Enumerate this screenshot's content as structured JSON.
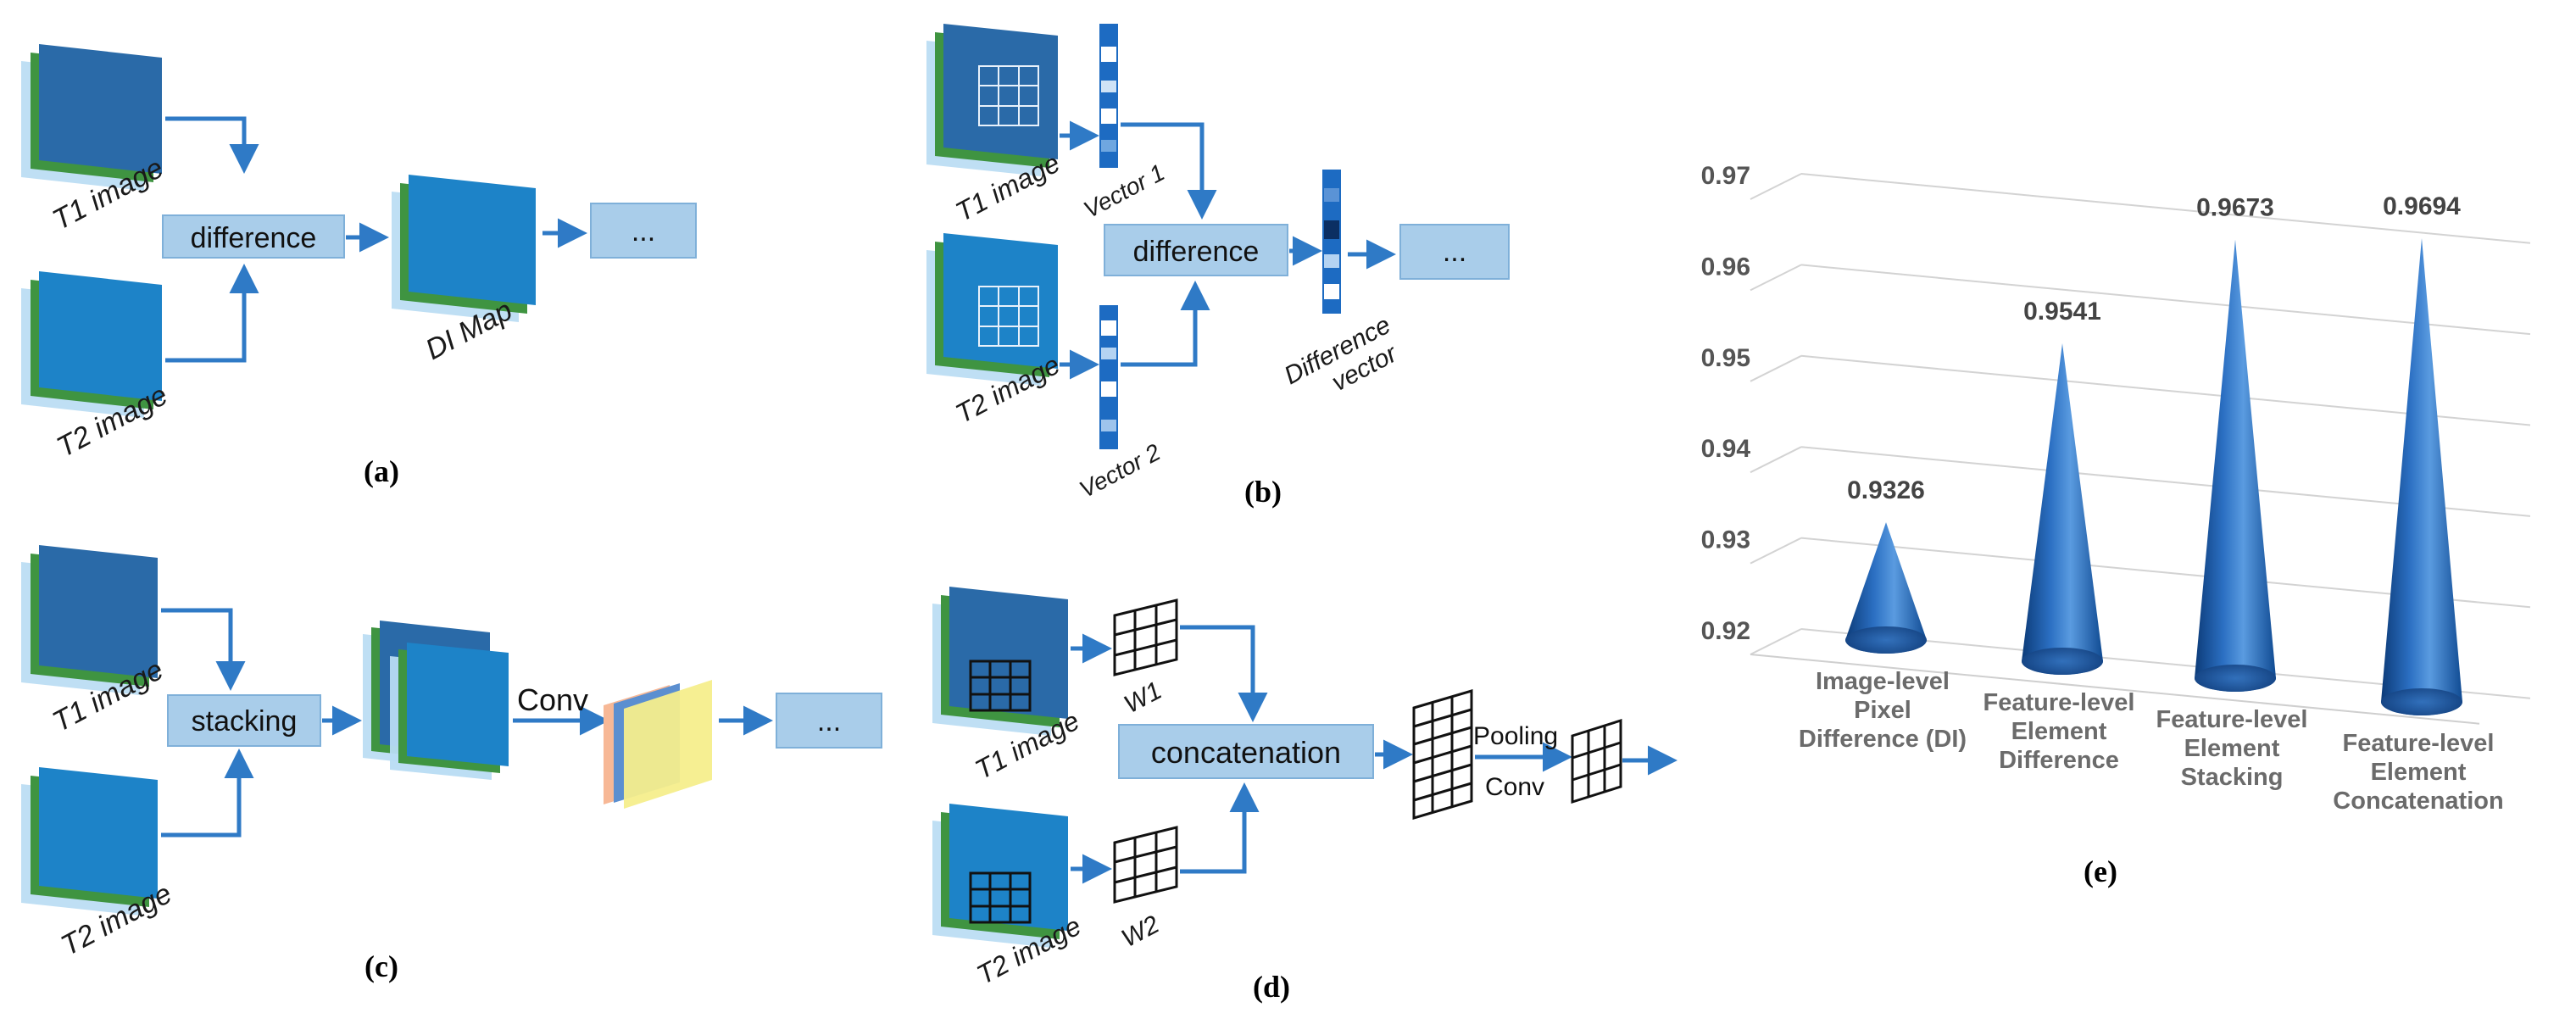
{
  "colors": {
    "arrow": "#2f7ac6",
    "box_fill": "#a9cdea",
    "box_stroke": "#7fb0d9",
    "layer_light": "#b8dcf3",
    "layer_green": "#3f9441",
    "layer_blue": "#1d83c8",
    "layer_blue_dark": "#2a6aa8",
    "feat_orange": "#f7b896",
    "feat_blue": "#5b8fd0",
    "feat_yellow": "#f6ee8c",
    "cone": "#1f5fae"
  },
  "panel_a": {
    "t1_label": "T1 image",
    "t2_label": "T2 image",
    "op_label": "difference",
    "map_label": "DI Map",
    "next_label": "...",
    "caption": "(a)"
  },
  "panel_b": {
    "t1_label": "T1 image",
    "t2_label": "T2 image",
    "vec1_label": "Vector 1",
    "vec2_label": "Vector 2",
    "op_label": "difference",
    "diff_label_1": "Difference",
    "diff_label_2": "vector",
    "next_label": "...",
    "caption": "(b)"
  },
  "panel_c": {
    "t1_label": "T1 image",
    "t2_label": "T2 image",
    "op_label": "stacking",
    "conv_label": "Conv",
    "next_label": "...",
    "caption": "(c)"
  },
  "panel_d": {
    "t1_label": "T1 image",
    "t2_label": "T2 image",
    "w1_label": "W1",
    "w2_label": "W2",
    "op_label": "concatenation",
    "pool_label": "Pooling",
    "conv_label": "Conv",
    "caption": "(d)"
  },
  "panel_e": {
    "caption": "(e)",
    "chart_data": {
      "type": "bar",
      "mark": "cone",
      "categories": [
        [
          "Image-level",
          "Pixel",
          "Difference (DI)"
        ],
        [
          "Feature-level",
          "Element",
          "Difference"
        ],
        [
          "Feature-level",
          "Element",
          "Stacking"
        ],
        [
          "Feature-level",
          "Element",
          "Concatenation"
        ]
      ],
      "values": [
        0.9326,
        0.9541,
        0.9673,
        0.9694
      ],
      "value_labels": [
        "0.9326",
        "0.9541",
        "0.9673",
        "0.9694"
      ],
      "yticks": [
        "0.92",
        "0.93",
        "0.94",
        "0.95",
        "0.96",
        "0.97"
      ],
      "ylim": [
        0.92,
        0.97
      ],
      "grid": true
    }
  }
}
